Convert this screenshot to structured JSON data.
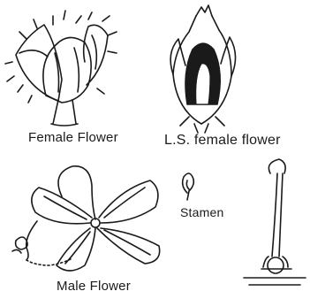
{
  "labels": {
    "female_flower": "Female Flower",
    "ls_female_flower": "L.S. female flower",
    "stamen": "Stamen",
    "male_flower": "Male Flower"
  },
  "colors": {
    "ink": "#1a1a1a",
    "background": "#ffffff"
  }
}
